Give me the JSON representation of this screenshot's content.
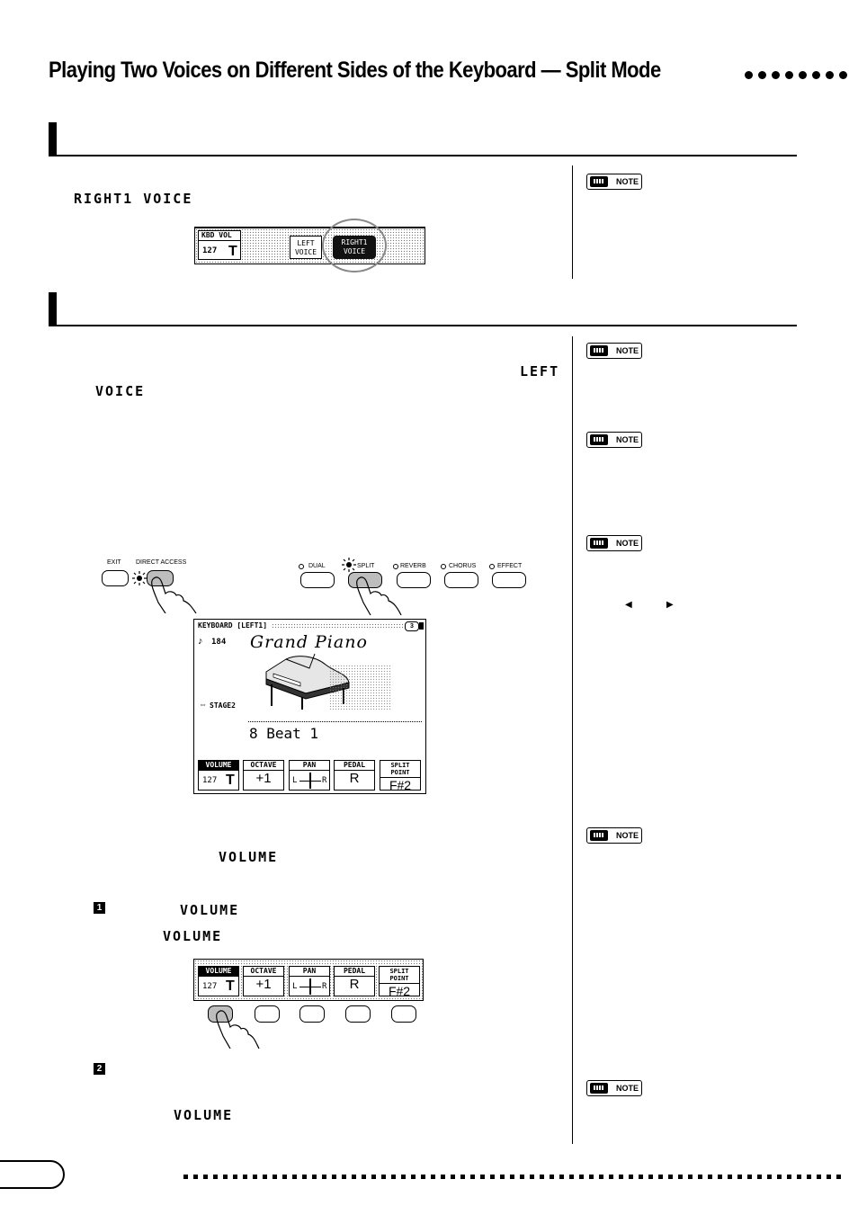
{
  "header": {
    "title": "Playing Two Voices on Different Sides of the Keyboard — Split Mode"
  },
  "section1": {
    "lcd_label": "RIGHT1 VOICE"
  },
  "display_small": {
    "kbd_vol_label": "KBD VOL",
    "kbd_vol_value": "127",
    "left_voice_label": "LEFT VOICE",
    "right1_voice_label": "RIGHT1 VOICE"
  },
  "section2": {
    "lcd_label_left": "LEFT",
    "lcd_label_voice": "VOICE",
    "volume_label_a": "VOLUME",
    "step1_label": "VOLUME",
    "step1_label_b": "VOLUME",
    "step2_label": "VOLUME"
  },
  "steps": [
    "1",
    "2"
  ],
  "panel_buttons": {
    "exit": "EXIT",
    "direct_access": "DIRECT ACCESS",
    "dual": "DUAL",
    "split": "SPLIT",
    "reverb": "REVERB",
    "chorus": "CHORUS",
    "effect": "EFFECT"
  },
  "main_display": {
    "header": "KEYBOARD [LEFT1]",
    "page_number": "3",
    "tempo": "184",
    "voice_name": "Grand Piano",
    "stage": "STAGE2",
    "style_name": "8 Beat 1",
    "tabs": [
      {
        "label": "VOLUME",
        "value": "127"
      },
      {
        "label": "OCTAVE",
        "value": "+1"
      },
      {
        "label": "PAN",
        "value": ""
      },
      {
        "label": "PEDAL",
        "value": "R"
      },
      {
        "label": "SPLIT POINT",
        "value": "F#2"
      }
    ],
    "pan_left": "L",
    "pan_right": "R"
  },
  "notes": {
    "badge_label": "NOTE",
    "arrow_left": "◀",
    "arrow_right": "▶"
  }
}
